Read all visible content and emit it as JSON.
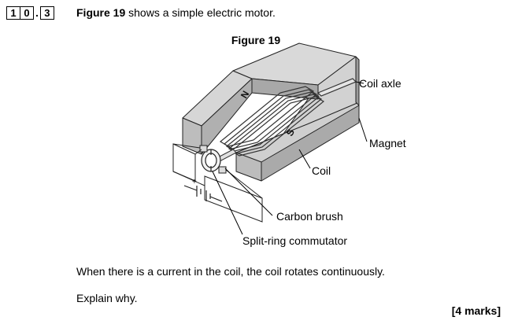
{
  "question": {
    "number_digits": [
      "1",
      "0",
      "3"
    ],
    "intro_bold": "Figure 19",
    "intro_rest": " shows a simple electric motor."
  },
  "figure": {
    "title": "Figure 19",
    "labels": {
      "coil_axle": "Coil axle",
      "magnet": "Magnet",
      "coil": "Coil",
      "carbon_brush": "Carbon brush",
      "split_ring": "Split-ring commutator",
      "pole_n": "N",
      "pole_s": "S"
    }
  },
  "body": {
    "line1": "When there is a current in the coil, the coil rotates continuously.",
    "line2": "Explain why."
  },
  "marks": "[4 marks]"
}
